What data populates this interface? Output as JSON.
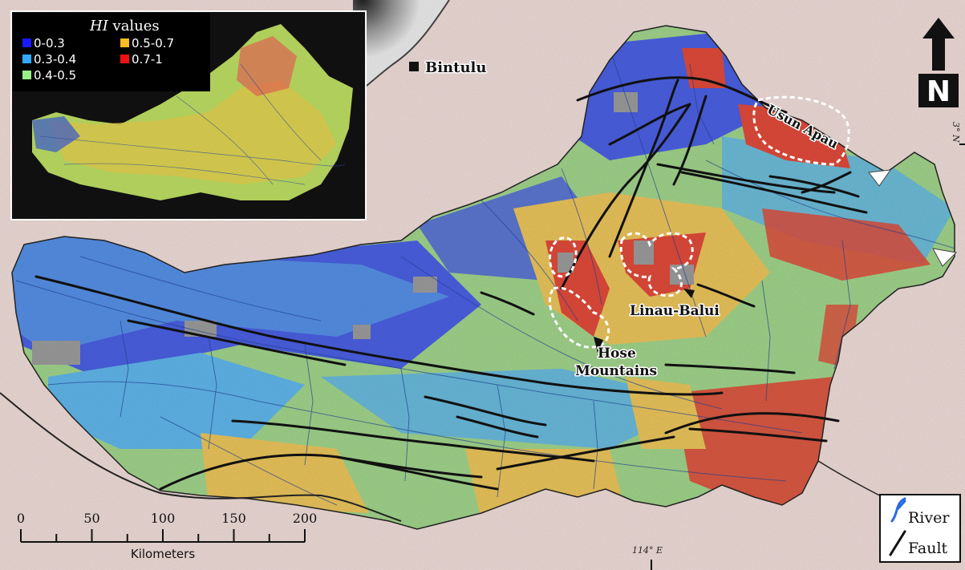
{
  "places": {
    "bintulu": "Bintulu",
    "usun_apau": "Usun Apau",
    "linau_balui": "Linau-Balui",
    "hose_line1": "Hose",
    "hose_line2": "Mountains"
  },
  "north_arrow": {
    "label": "N"
  },
  "coordinates": {
    "lat_label": "3° N",
    "lon_label": "114° E"
  },
  "inset_legend": {
    "title_italic": "HI",
    "title_rest": " values",
    "classes": [
      {
        "label": "0-0.3",
        "color": "#1a1aff"
      },
      {
        "label": "0.3-0.4",
        "color": "#33aaff"
      },
      {
        "label": "0.4-0.5",
        "color": "#99ee88"
      },
      {
        "label": "0.5-0.7",
        "color": "#ffbb22"
      },
      {
        "label": "0.7-1",
        "color": "#ee1111"
      }
    ]
  },
  "scale_bar": {
    "ticks": [
      "0",
      "50",
      "100",
      "150",
      "200"
    ],
    "unit": "Kilometers"
  },
  "map_key": {
    "items": [
      {
        "label": "River",
        "icon": "river-icon"
      },
      {
        "label": "Fault",
        "icon": "fault-icon"
      }
    ]
  },
  "colors": {
    "background": "#ead8d4",
    "sea": "#f4f4f4",
    "low": "#4a5fe0",
    "mid_low": "#5fb4e8",
    "mid": "#9fd28a",
    "mid_high": "#e8c25a",
    "high": "#de4a3a",
    "no_data": "#9a9a9a"
  }
}
